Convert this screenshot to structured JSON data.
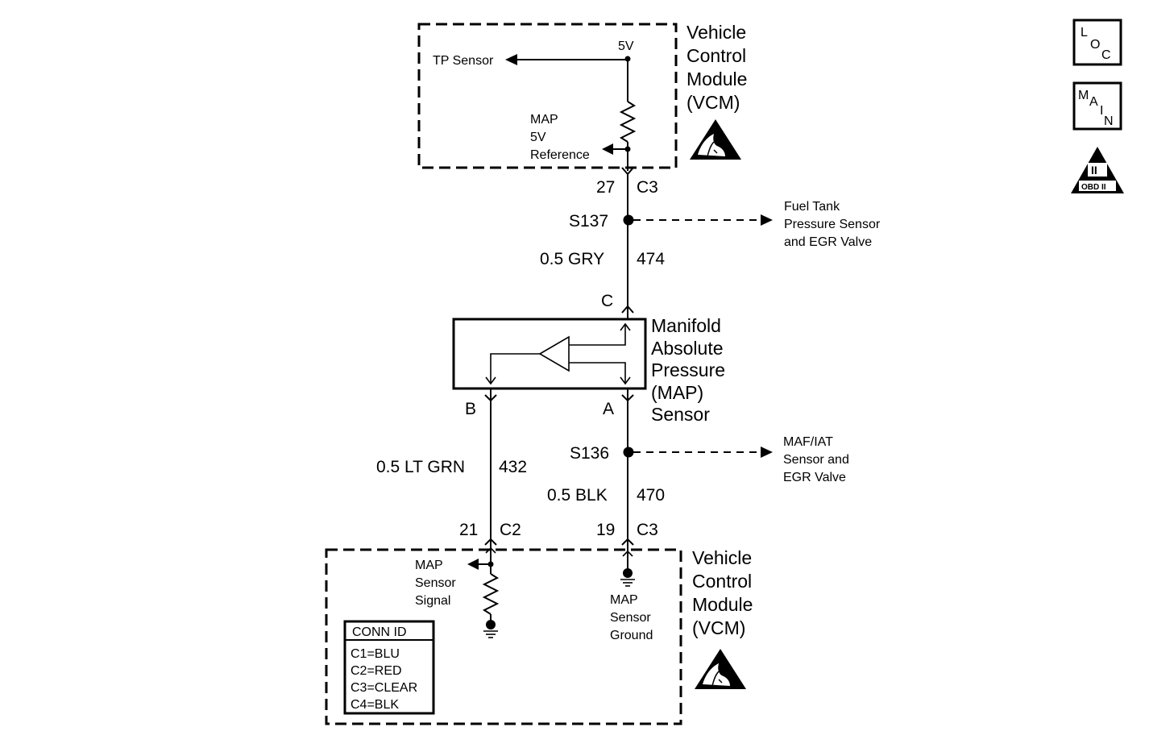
{
  "top_module": {
    "name_lines": [
      "Vehicle",
      "Control",
      "Module",
      "(VCM)"
    ],
    "tp_sensor": "TP Sensor",
    "five_volt": "5V",
    "map_reference_lines": [
      "MAP",
      "5V",
      "Reference"
    ],
    "pin": "27",
    "connector": "C3"
  },
  "splice_top": {
    "id": "S137",
    "dest_lines": [
      "Fuel Tank",
      "Pressure Sensor",
      "and EGR Valve"
    ]
  },
  "wire_top": {
    "gauge_color": "0.5 GRY",
    "circuit": "474"
  },
  "sensor": {
    "name_lines": [
      "Manifold",
      "Absolute",
      "Pressure",
      "(MAP)",
      "Sensor"
    ],
    "terminal_c": "C",
    "terminal_a": "A",
    "terminal_b": "B"
  },
  "splice_bottom": {
    "id": "S136",
    "dest_lines": [
      "MAF/IAT",
      "Sensor and",
      "EGR Valve"
    ]
  },
  "wire_left": {
    "gauge_color": "0.5 LT GRN",
    "circuit": "432"
  },
  "wire_right": {
    "gauge_color": "0.5 BLK",
    "circuit": "470"
  },
  "bottom_module": {
    "name_lines": [
      "Vehicle",
      "Control",
      "Module",
      "(VCM)"
    ],
    "left_pin": "21",
    "left_connector": "C2",
    "right_pin": "19",
    "right_connector": "C3",
    "signal_lines": [
      "MAP",
      "Sensor",
      "Signal"
    ],
    "ground_lines": [
      "MAP",
      "Sensor",
      "Ground"
    ]
  },
  "conn_id": {
    "title": "CONN ID",
    "rows": [
      "C1=BLU",
      "C2=RED",
      "C3=CLEAR",
      "C4=BLK"
    ]
  },
  "nav": {
    "loc": [
      "L",
      "O",
      "C"
    ],
    "main": [
      "M",
      "A",
      "I",
      "N"
    ],
    "obd": [
      "II",
      "OBD II"
    ]
  }
}
